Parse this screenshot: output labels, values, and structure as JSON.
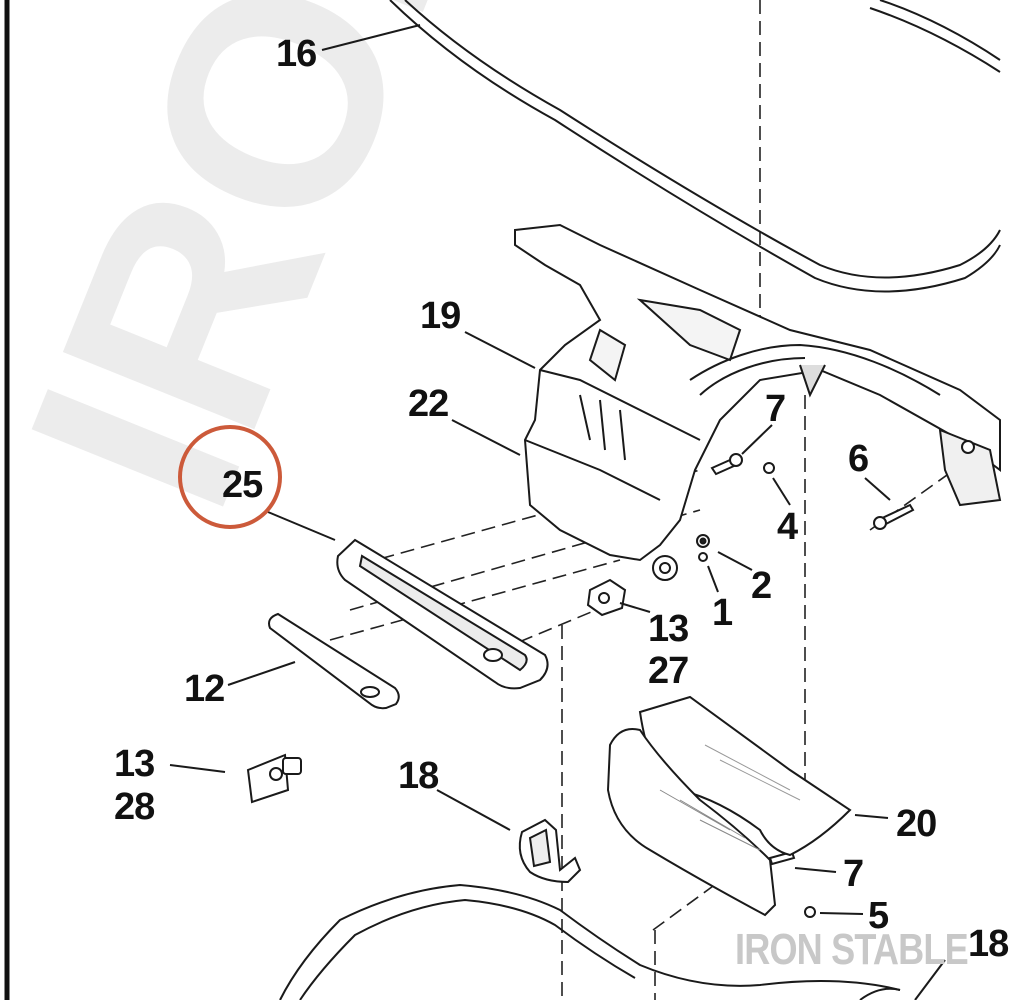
{
  "diagram": {
    "watermark_text": "IRON STABLE",
    "highlight_color": "#cc5a3a",
    "line_color": "#1a1a1a",
    "callouts": [
      {
        "id": "c16",
        "label": "16"
      },
      {
        "id": "c19",
        "label": "19"
      },
      {
        "id": "c22",
        "label": "22"
      },
      {
        "id": "c25",
        "label": "25"
      },
      {
        "id": "c7a",
        "label": "7"
      },
      {
        "id": "c6",
        "label": "6"
      },
      {
        "id": "c4",
        "label": "4"
      },
      {
        "id": "c2",
        "label": "2"
      },
      {
        "id": "c1",
        "label": "1"
      },
      {
        "id": "c13a",
        "label": "13"
      },
      {
        "id": "c27",
        "label": "27"
      },
      {
        "id": "c12",
        "label": "12"
      },
      {
        "id": "c13b",
        "label": "13"
      },
      {
        "id": "c28",
        "label": "28"
      },
      {
        "id": "c18a",
        "label": "18"
      },
      {
        "id": "c20",
        "label": "20"
      },
      {
        "id": "c7b",
        "label": "7"
      },
      {
        "id": "c5",
        "label": "5"
      },
      {
        "id": "c18b",
        "label": "18"
      }
    ]
  }
}
